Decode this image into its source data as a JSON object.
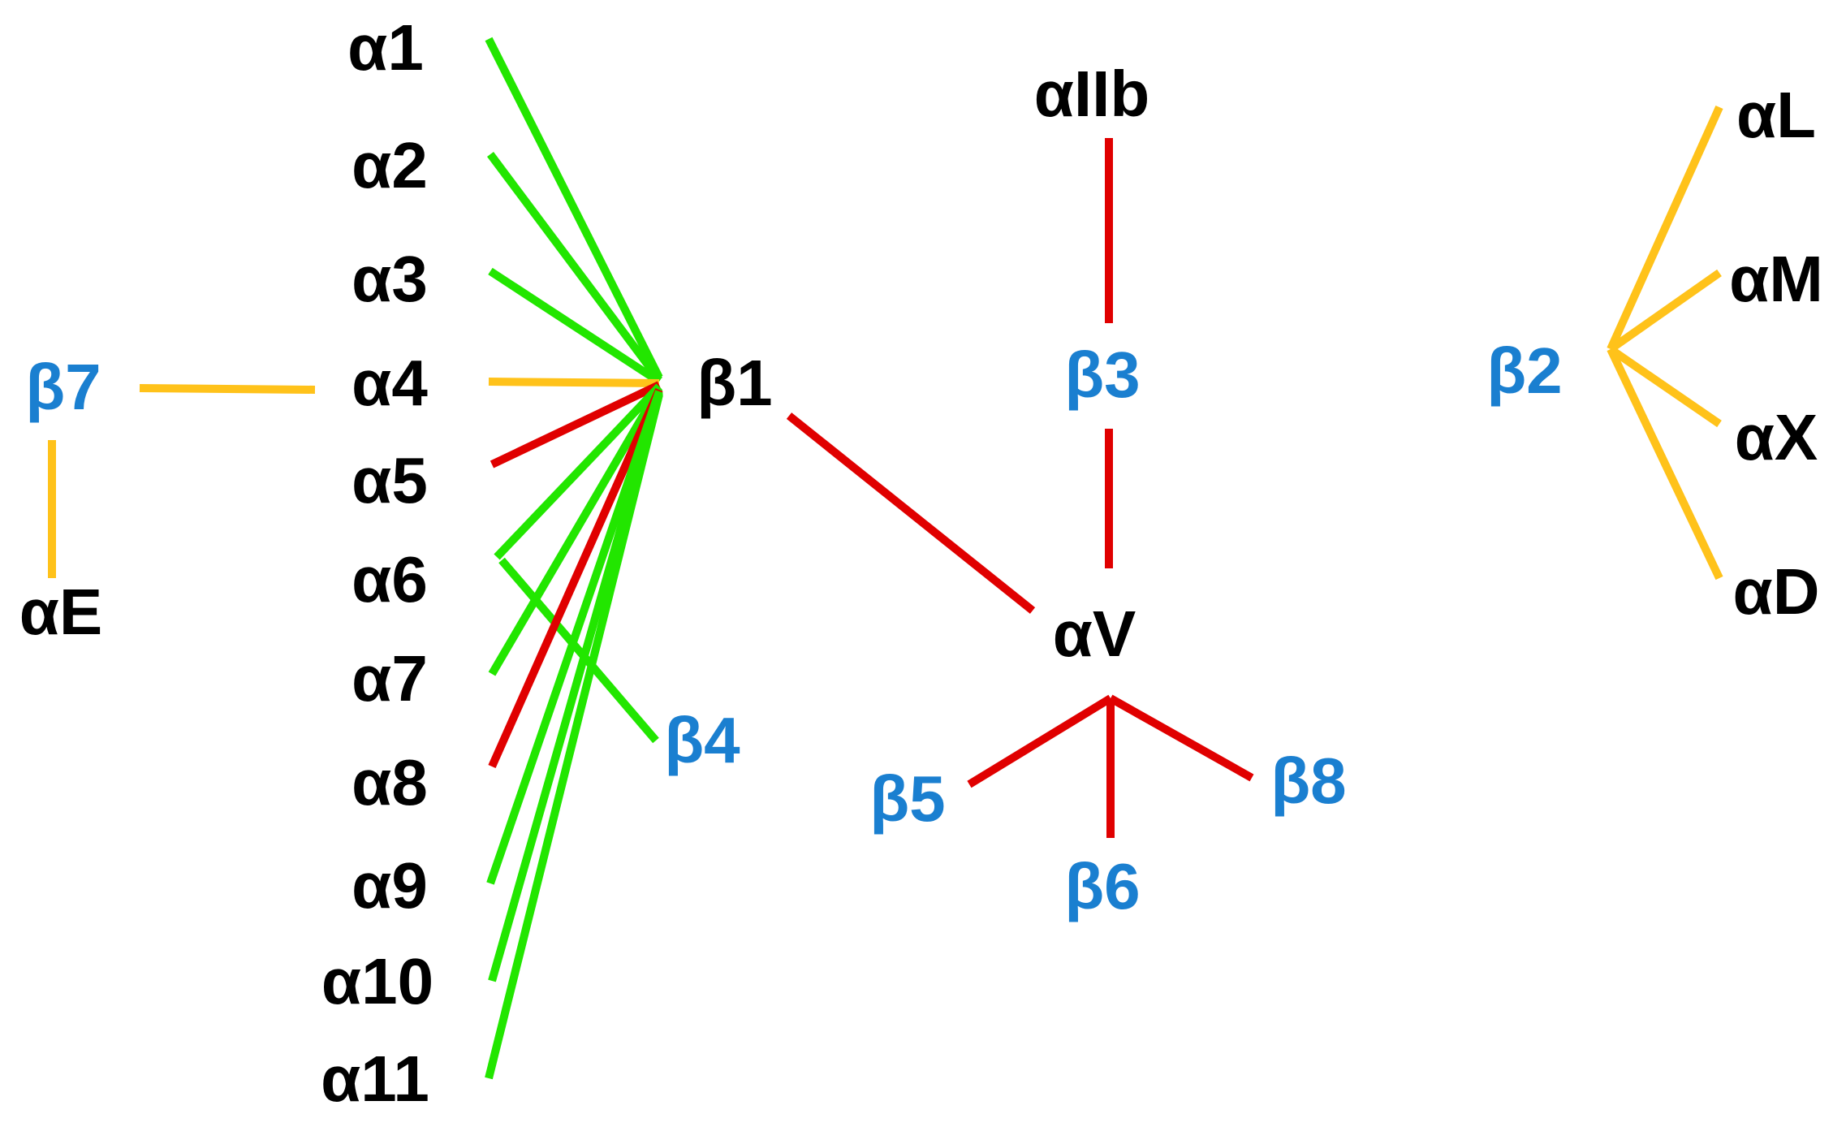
{
  "colors": {
    "alpha_text": "#000000",
    "beta_text": "#1a7fd0",
    "rgd": "#e00000",
    "collagen_laminin": "#22e600",
    "leukocyte": "#ffc21a"
  },
  "labels": {
    "a1": "α1",
    "a2": "α2",
    "a3": "α3",
    "a4": "α4",
    "a5": "α5",
    "a6": "α6",
    "a7": "α7",
    "a8": "α8",
    "a9": "α9",
    "a10": "α10",
    "a11": "α11",
    "aE": "αE",
    "aIIb": "αIIb",
    "aV": "αV",
    "aL": "αL",
    "aM": "αM",
    "aX": "αX",
    "aD": "αD",
    "b1": "β1",
    "b2": "β2",
    "b3": "β3",
    "b4": "β4",
    "b5": "β5",
    "b6": "β6",
    "b7": "β7",
    "b8": "β8"
  },
  "edges": [
    {
      "from": "a1",
      "to": "b1",
      "color": "collagen_laminin"
    },
    {
      "from": "a2",
      "to": "b1",
      "color": "collagen_laminin"
    },
    {
      "from": "a3",
      "to": "b1",
      "color": "collagen_laminin"
    },
    {
      "from": "a4",
      "to": "b1",
      "color": "leukocyte"
    },
    {
      "from": "a5",
      "to": "b1",
      "color": "rgd"
    },
    {
      "from": "a6",
      "to": "b1",
      "color": "collagen_laminin"
    },
    {
      "from": "a6",
      "to": "b4",
      "color": "collagen_laminin"
    },
    {
      "from": "a7",
      "to": "b1",
      "color": "collagen_laminin"
    },
    {
      "from": "a8",
      "to": "b1",
      "color": "rgd"
    },
    {
      "from": "a9",
      "to": "b1",
      "color": "collagen_laminin"
    },
    {
      "from": "a10",
      "to": "b1",
      "color": "collagen_laminin"
    },
    {
      "from": "a11",
      "to": "b1",
      "color": "collagen_laminin"
    },
    {
      "from": "b7",
      "to": "a4",
      "color": "leukocyte"
    },
    {
      "from": "b7",
      "to": "aE",
      "color": "leukocyte"
    },
    {
      "from": "b1",
      "to": "aV",
      "color": "rgd"
    },
    {
      "from": "aIIb",
      "to": "b3",
      "color": "rgd"
    },
    {
      "from": "b3",
      "to": "aV",
      "color": "rgd"
    },
    {
      "from": "aV",
      "to": "b5",
      "color": "rgd"
    },
    {
      "from": "aV",
      "to": "b6",
      "color": "rgd"
    },
    {
      "from": "aV",
      "to": "b8",
      "color": "rgd"
    },
    {
      "from": "b2",
      "to": "aL",
      "color": "leukocyte"
    },
    {
      "from": "b2",
      "to": "aM",
      "color": "leukocyte"
    },
    {
      "from": "b2",
      "to": "aX",
      "color": "leukocyte"
    },
    {
      "from": "b2",
      "to": "aD",
      "color": "leukocyte"
    }
  ]
}
